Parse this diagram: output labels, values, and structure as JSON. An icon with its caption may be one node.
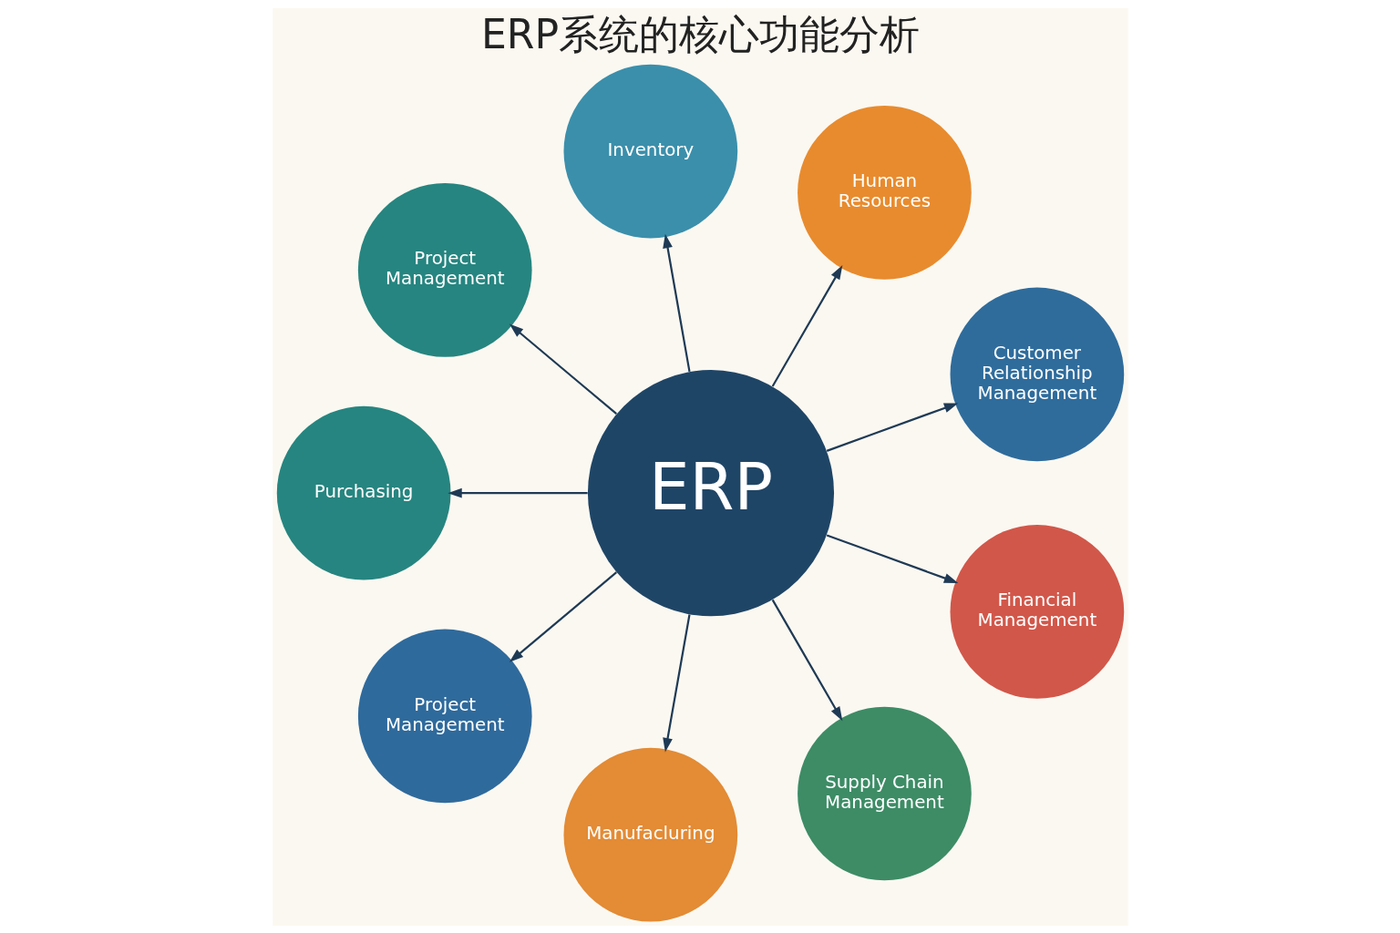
{
  "diagram": {
    "title": "ERP系统的核心功能分析",
    "nodes": [
      {
        "text": [
          "ERP"
        ]
      },
      {
        "text": [
          "Customer Relationship Management"
        ]
      },
      {
        "text": [
          "Human Resources"
        ]
      },
      {
        "text": [
          "Inventory"
        ]
      },
      {
        "text": [
          "Project Management"
        ]
      },
      {
        "text": [
          "Purchasing"
        ]
      },
      {
        "text": [
          "Project Management"
        ]
      },
      {
        "text": [
          "Manufacluring"
        ]
      },
      {
        "text": [
          "Supply Chain Management"
        ]
      },
      {
        "text": [
          "Financial Management"
        ]
      }
    ],
    "edges": [
      {
        "from": 0,
        "to": 1,
        "arrow": "to"
      },
      {
        "from": 0,
        "to": 2,
        "arrow": "to"
      },
      {
        "from": 0,
        "to": 3,
        "arrow": "to"
      },
      {
        "from": 0,
        "to": 4,
        "arrow": "to"
      },
      {
        "from": 0,
        "to": 5,
        "arrow": "to"
      },
      {
        "from": 0,
        "to": 6,
        "arrow": "to"
      },
      {
        "from": 0,
        "to": 7,
        "arrow": "to"
      },
      {
        "from": 0,
        "to": 8,
        "arrow": "to"
      },
      {
        "from": 0,
        "to": 9,
        "arrow": "to"
      }
    ]
  }
}
